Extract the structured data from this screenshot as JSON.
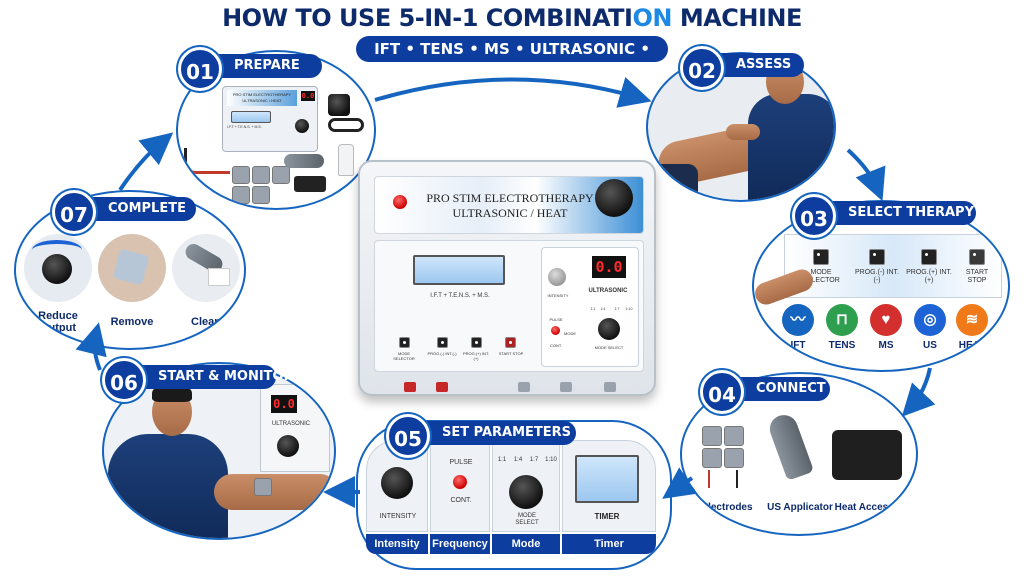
{
  "title": {
    "prefix": "HOW TO USE 5-IN-1 COMBINATI",
    "highlight": "ON",
    "suffix": " MACHINE",
    "subtitle": "IFT • TENS • MS • ULTRASONIC • HEAT"
  },
  "steps": [
    {
      "num": "01",
      "label": "PREPARE"
    },
    {
      "num": "02",
      "label": "ASSESS"
    },
    {
      "num": "03",
      "label": "SELECT THERAPY"
    },
    {
      "num": "04",
      "label": "CONNECT"
    },
    {
      "num": "05",
      "label": "SET PARAMETERS"
    },
    {
      "num": "06",
      "label": "START & MONITOR"
    },
    {
      "num": "07",
      "label": "COMPLETE"
    }
  ],
  "machine": {
    "brand_line1": "PRO STIM ELECTROTHERAPY",
    "brand_line2": "ULTRASONIC / HEAT",
    "lcd_caption": "I.F.T + T.E.N.S. + M.S.",
    "display": "0.0",
    "intensity": "INTENSITY",
    "ultrasonic": "ULTRASONIC",
    "pulse": "PULSE",
    "mode": "MODE",
    "cont": "CONT.",
    "ratios": [
      "1:1",
      "1:4",
      "1:7",
      "1:10"
    ],
    "mode_select": "MODE SELECT",
    "buttons": [
      "MODE SELECTOR",
      "PROG.(-) INT.(-)",
      "PROG.(+) INT.(+)",
      "START STOP"
    ]
  },
  "prepare_mini": {
    "brand": "PRO STIM ELECTROTHERAPY",
    "brand2": "ULTRASONIC / HEAT",
    "display": "0.0",
    "lcd_caption": "I.F.T + T.E.N.S. + M.S."
  },
  "select_therapy": {
    "buttons": [
      "MODE SELECTOR",
      "PROG.(-) INT.(-)",
      "PROG.(+) INT.(+)",
      "START STOP"
    ],
    "therapies": [
      {
        "label": "IFT",
        "color": "#1565c0",
        "icon": "wave-icon"
      },
      {
        "label": "TENS",
        "color": "#2e9e4f",
        "icon": "pulse-square-icon"
      },
      {
        "label": "MS",
        "color": "#d32f2f",
        "icon": "heartbeat-icon"
      },
      {
        "label": "US",
        "color": "#1e63d6",
        "icon": "ultrasound-icon"
      },
      {
        "label": "HEAT",
        "color": "#f07a1a",
        "icon": "heat-icon"
      }
    ]
  },
  "connect": {
    "items": [
      "Electrodes",
      "US Applicator",
      "Heat Accessory"
    ]
  },
  "set_parameters": {
    "pulse": "PULSE",
    "cont": "CONT.",
    "ratios": [
      "1:1",
      "1:4",
      "1:7",
      "1:10"
    ],
    "intensity": "INTENSITY",
    "mode_select": "MODE SELECT",
    "timer": "TIMER",
    "tabs": [
      "Intensity",
      "Frequency",
      "Mode",
      "Timer"
    ]
  },
  "start_monitor": {
    "display": "0.0",
    "ultrasonic": "ULTRASONIC"
  },
  "complete": {
    "items": [
      "Reduce Output",
      "Remove",
      "Clean"
    ]
  }
}
